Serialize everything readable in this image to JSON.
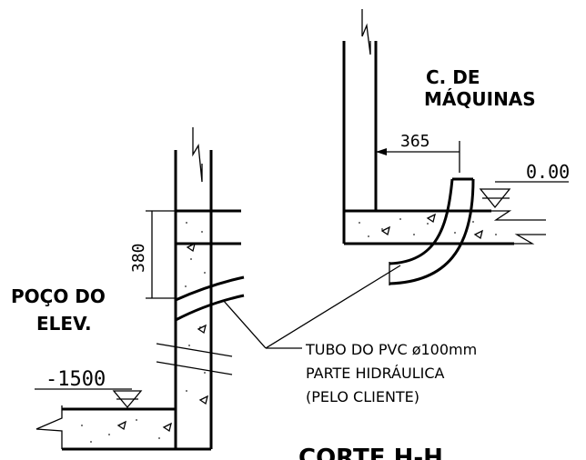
{
  "labels": {
    "machine_room": [
      "C. DE",
      "MÁQUINAS"
    ],
    "dim_365": "365",
    "level_top": "0.00",
    "dim_380": "380",
    "pit": [
      "POÇO DO",
      "ELEV."
    ],
    "level_bottom": "-1500",
    "pipe_note": [
      "TUBO DO PVC ø100mm",
      "PARTE HIDRÁULICA",
      "(PELO CLIENTE)"
    ],
    "section_title": "CORTE H-H"
  }
}
